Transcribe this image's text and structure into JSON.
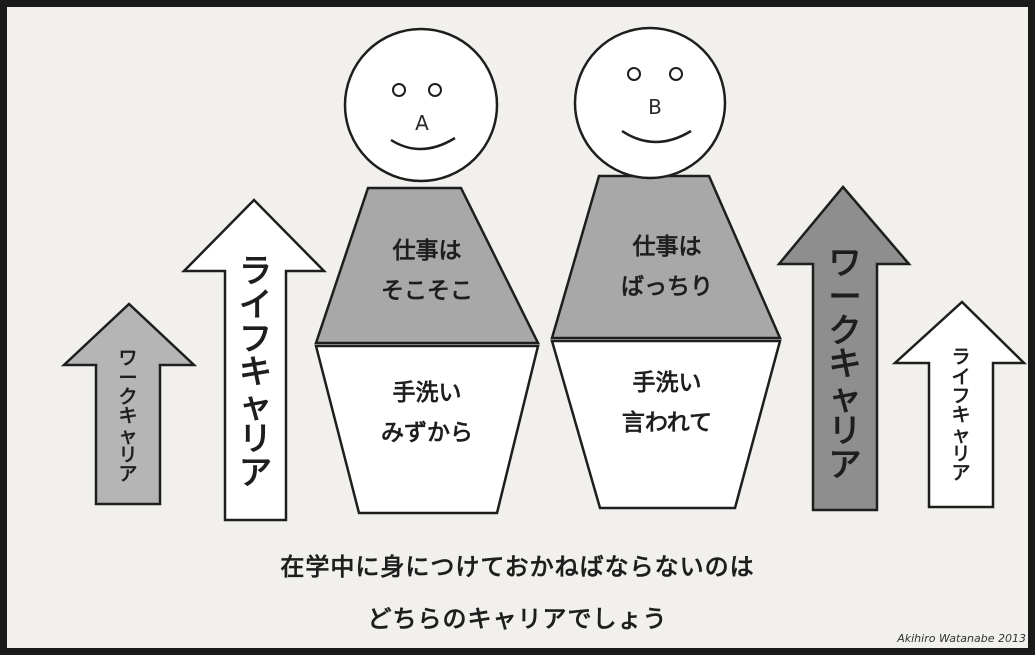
{
  "arrows": {
    "left_small": {
      "text": "ワークキャリア",
      "fill": "#b5b5b5"
    },
    "left_large": {
      "text": "ライフキャリア",
      "fill": "#ffffff"
    },
    "right_large": {
      "text": "ワークキャリア",
      "fill": "#8e8e8e"
    },
    "right_small": {
      "text": "ライフキャリア",
      "fill": "#ffffff"
    }
  },
  "person_a": {
    "letter": "A",
    "upper": [
      "仕事は",
      "そこそこ"
    ],
    "lower": [
      "手洗い",
      "みずから"
    ],
    "upper_fill": "#a8a8a8",
    "lower_fill": "#ffffff"
  },
  "person_b": {
    "letter": "B",
    "upper": [
      "仕事は",
      "ばっちり"
    ],
    "lower": [
      "手洗い",
      "言われて"
    ],
    "upper_fill": "#a8a8a8",
    "lower_fill": "#ffffff"
  },
  "caption": {
    "line1": "在学中に身につけておかねばならないのは",
    "line2": "どちらのキャリアでしょう"
  },
  "credit": "Akihiro  Watanabe 2013"
}
